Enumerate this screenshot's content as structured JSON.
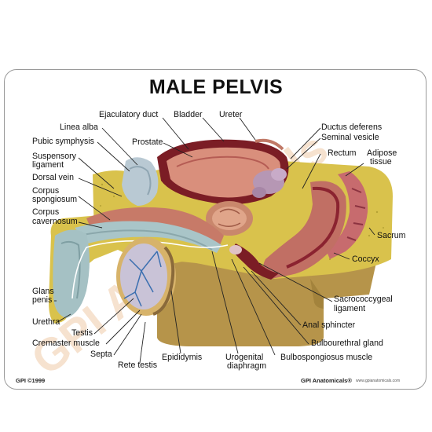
{
  "title": "MALE PELVIS",
  "watermark": "GPI Anatomicals",
  "footer": {
    "copyright": "GPI ©1999",
    "brand": "GPI Anatomicals",
    "brand_mark": "®",
    "url": "www.gpianatomicals.com"
  },
  "labels": {
    "ejaculatory_duct": "Ejaculatory duct",
    "bladder": "Bladder",
    "ureter": "Ureter",
    "linea_alba": "Linea alba",
    "ductus_deferens": "Ductus deferens",
    "seminal_vesicle": "Seminal vesicle",
    "pubic_symphysis": "Pubic symphysis",
    "prostate": "Prostate",
    "rectum": "Rectum",
    "adipose": "Adipose",
    "tissue": "tissue",
    "suspensory": "Suspensory",
    "ligament": "ligament",
    "dorsal_vein": "Dorsal vein",
    "corpus": "Corpus",
    "spongiosum": "spongiosum",
    "cavernosum": "cavernosum",
    "sacrum": "Sacrum",
    "coccyx": "Coccyx",
    "glans": "Glans",
    "penis": "penis",
    "sacrococcygeal": "Sacrococcygeal",
    "urethra": "Urethra",
    "testis": "Testis",
    "anal_sphincter": "Anal sphincter",
    "cremaster_muscle": "Cremaster muscle",
    "bulbourethral_gland": "Bulbourethral gland",
    "septa": "Septa",
    "rete_testis": "Rete testis",
    "epididymis": "Epididymis",
    "urogenital": "Urogenital",
    "diaphragm": "diaphragm",
    "bulbospongiosus_muscle": "Bulbospongiosus muscle"
  },
  "colors": {
    "card_border": "#9a9a9a",
    "base": "#b9974a",
    "fat": "#d6c04a",
    "muscle": "#c6786d",
    "dark_red": "#7a1a22",
    "bladder_wall": "#e09a8c",
    "spongy": "#aac6c7",
    "watermark": "#f1d2b3"
  }
}
